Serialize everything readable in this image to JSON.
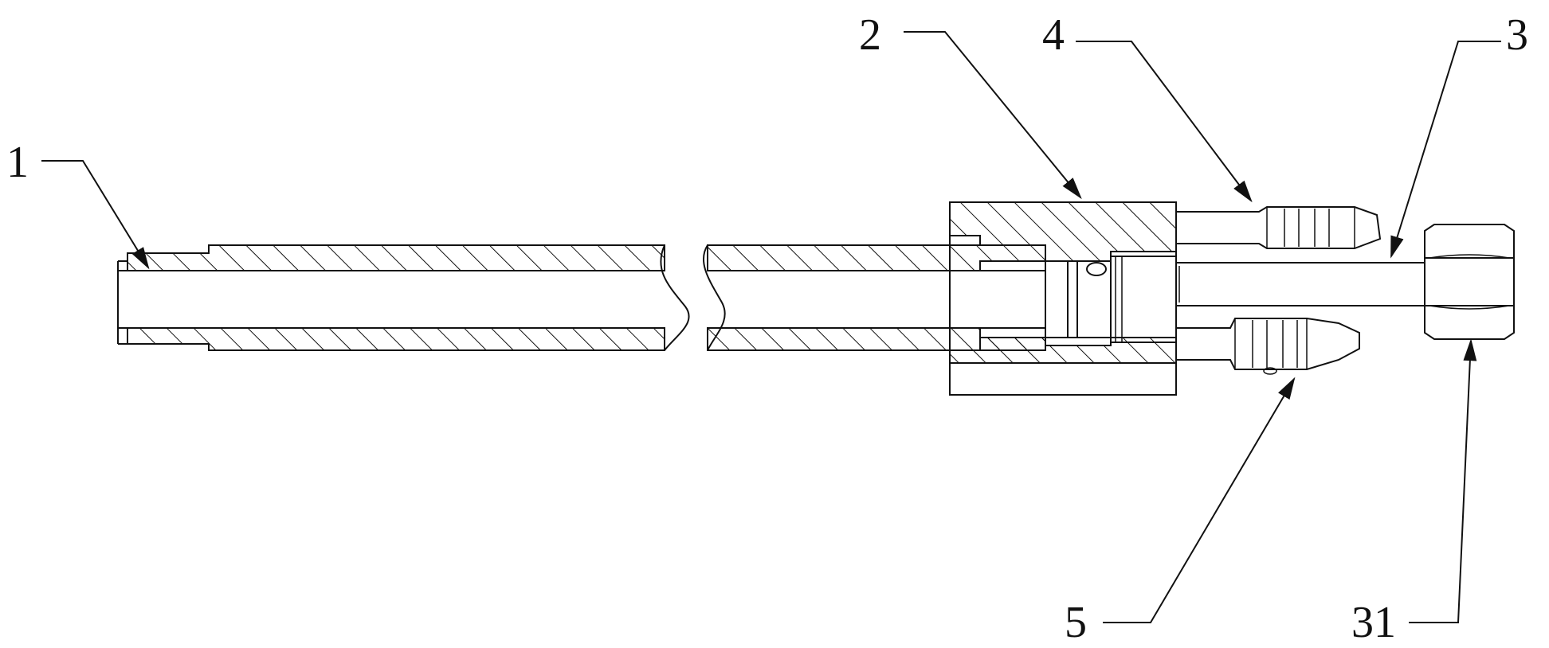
{
  "labels": {
    "part_1": "1",
    "part_2": "2",
    "part_3": "3",
    "part_4": "4",
    "part_5": "5",
    "part_31": "31"
  },
  "colors": {
    "line": "#111111",
    "background": "#ffffff"
  }
}
